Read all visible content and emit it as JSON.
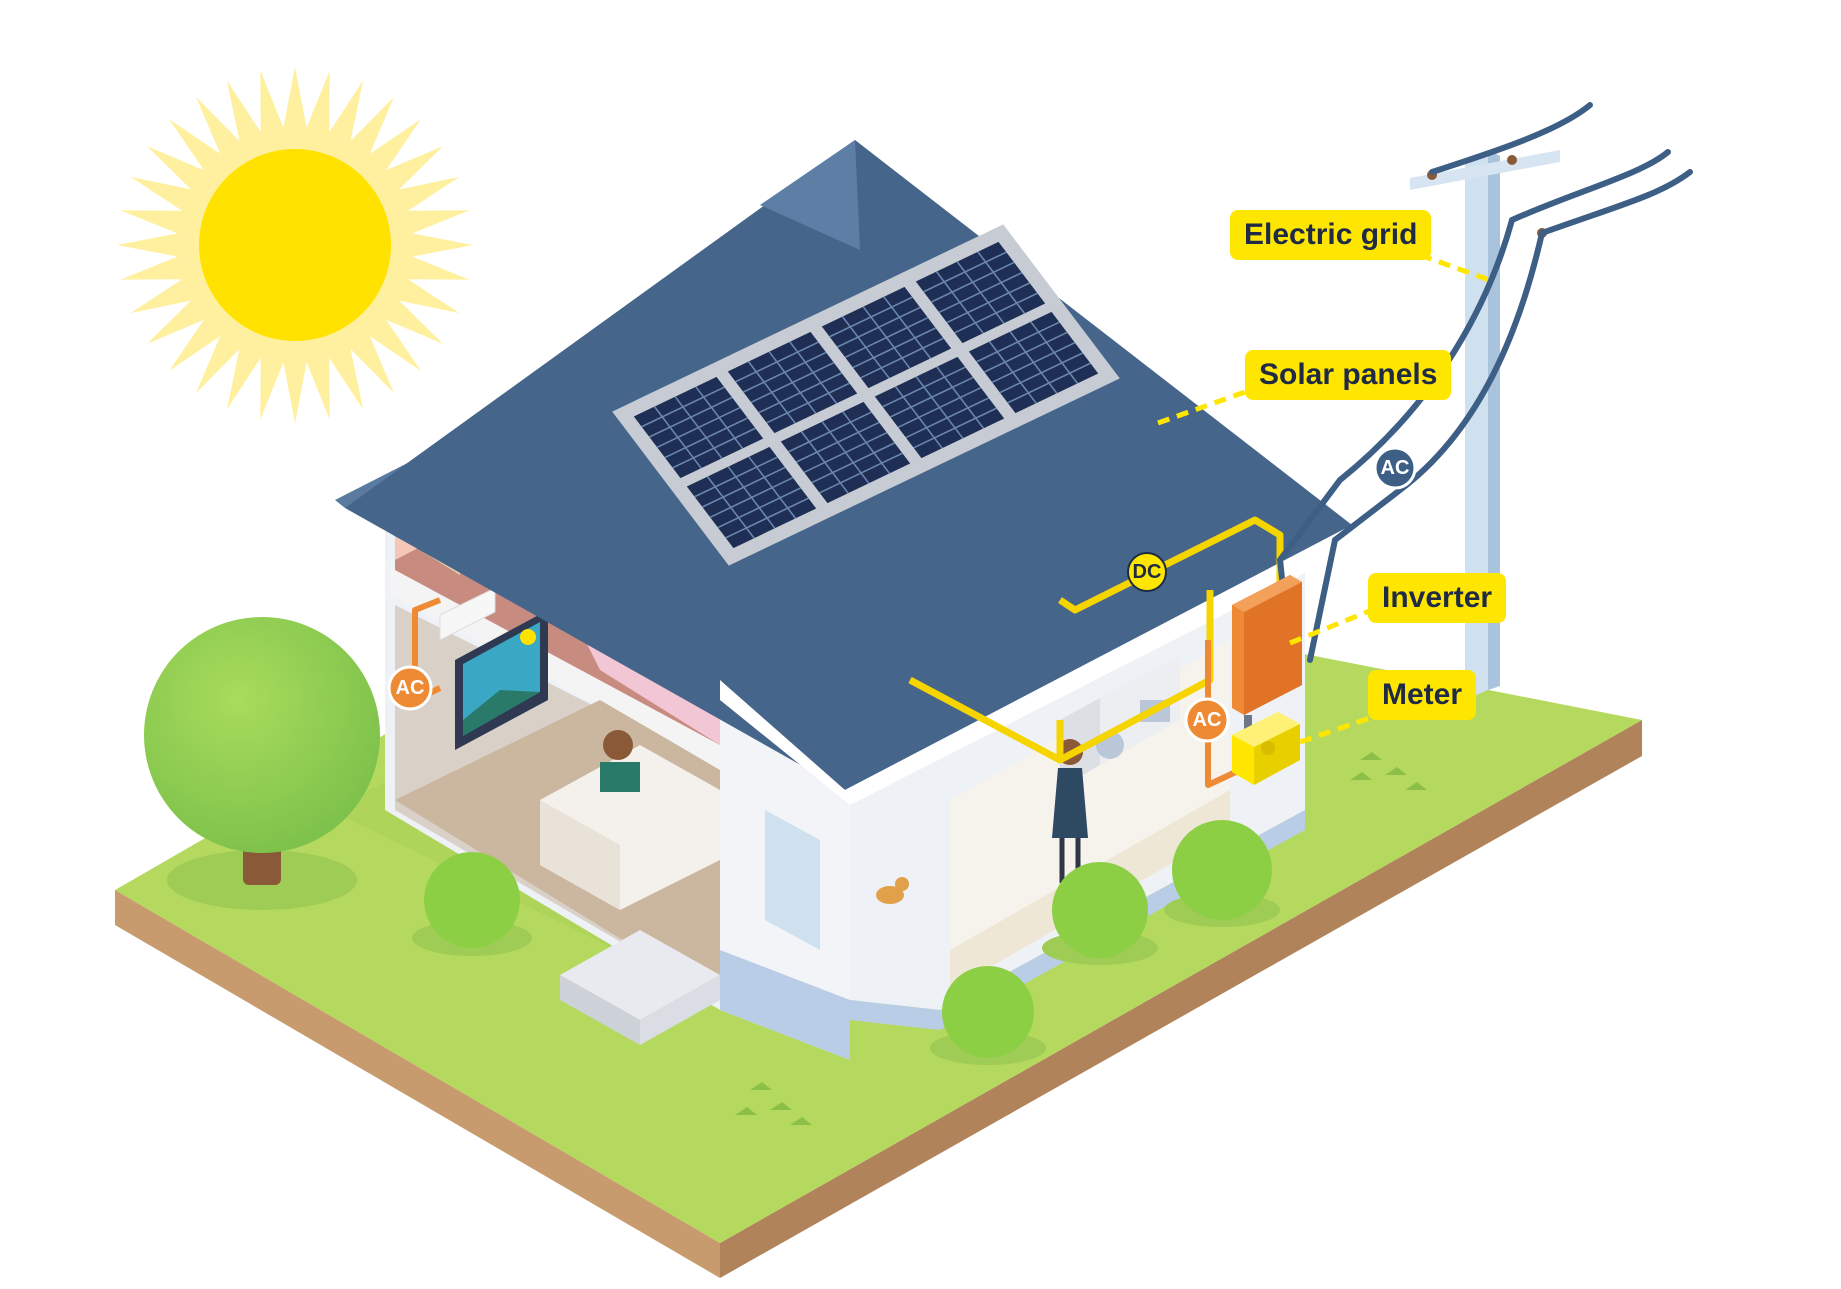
{
  "labels": {
    "electric_grid": "Electric grid",
    "solar_panels": "Solar panels",
    "inverter": "Inverter",
    "meter": "Meter"
  },
  "badges": {
    "dc": "DC",
    "ac_grid": "AC",
    "ac_left": "AC",
    "ac_kitchen": "AC"
  },
  "colors": {
    "label_yellow": "#ffe600",
    "label_text": "#1f2a44",
    "dc_wire": "#f5d400",
    "ac_wire": "#ee8a33",
    "grid_wire": "#3d5f86",
    "roof": "#46658a",
    "panel": "#1e2e54",
    "grass": "#b5d95e",
    "soil": "#c79b6e",
    "sun": "#ffe200"
  },
  "icons": [
    "sun-icon",
    "solar-panel-icon",
    "utility-pole-icon",
    "inverter-icon",
    "meter-icon",
    "tree-icon",
    "bush-icon",
    "tv-icon",
    "cat-icon"
  ]
}
